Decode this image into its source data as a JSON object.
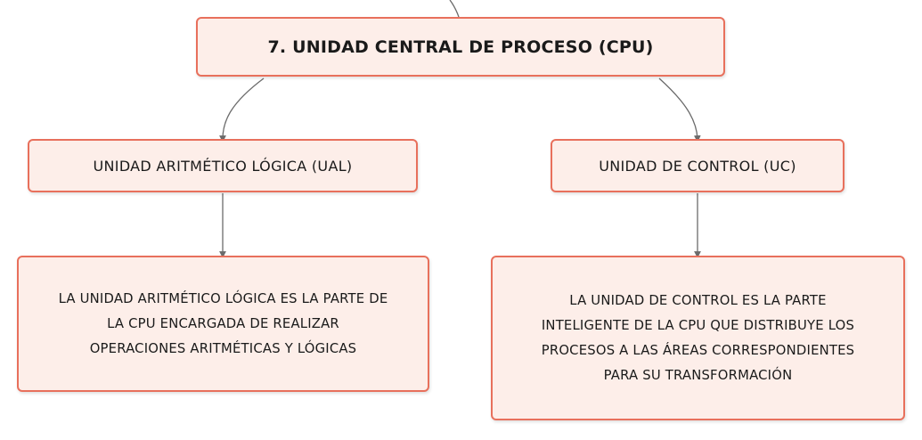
{
  "diagram": {
    "title": "7. UNIDAD CENTRAL DE PROCESO (CPU)",
    "branches": [
      {
        "heading": "UNIDAD ARITMÉTICO LÓGICA (UAL)",
        "description": [
          "LA UNIDAD ARITMÉTICO LÓGICA ES LA PARTE DE",
          "LA CPU ENCARGADA DE REALIZAR",
          "OPERACIONES ARITMÉTICAS Y LÓGICAS"
        ]
      },
      {
        "heading": "UNIDAD DE CONTROL (UC)",
        "description": [
          "LA UNIDAD DE CONTROL ES LA PARTE",
          "INTELIGENTE DE LA CPU QUE DISTRIBUYE LOS",
          "PROCESOS A LAS ÁREAS CORRESPONDIENTES",
          "PARA SU TRANSFORMACIÓN"
        ]
      }
    ],
    "colors": {
      "node_fill": "#fdeee9",
      "node_border": "#e8705c",
      "connector": "#6b6b6b",
      "text": "#1a1a1a"
    }
  }
}
